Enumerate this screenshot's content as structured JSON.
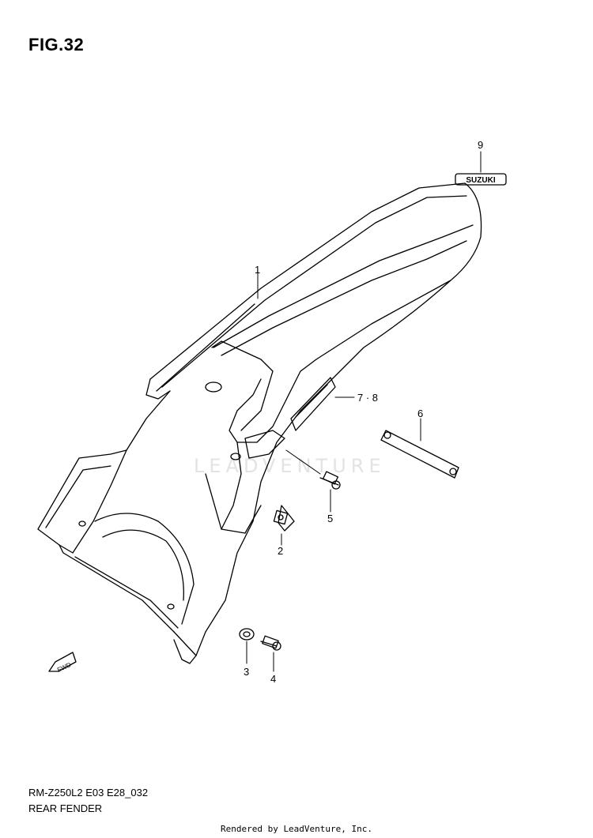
{
  "figure": {
    "title": "FIG.32"
  },
  "callouts": [
    {
      "id": "1",
      "label": "1"
    },
    {
      "id": "2",
      "label": "2"
    },
    {
      "id": "3",
      "label": "3"
    },
    {
      "id": "4",
      "label": "4"
    },
    {
      "id": "5",
      "label": "5"
    },
    {
      "id": "6",
      "label": "6"
    },
    {
      "id": "78",
      "label": "7 · 8"
    },
    {
      "id": "9",
      "label": "9"
    }
  ],
  "decal": {
    "text": "SUZUKI"
  },
  "direction_marker": {
    "text": "FWD"
  },
  "watermark": {
    "text": "LEADVENTURE"
  },
  "footer": {
    "model_code": "RM-Z250L2 E03 E28_032",
    "section_name": "REAR FENDER",
    "rendered_by": "Rendered by LeadVenture, Inc."
  },
  "colors": {
    "line": "#000000",
    "background": "#ffffff",
    "watermark": "#e3e3e3"
  }
}
